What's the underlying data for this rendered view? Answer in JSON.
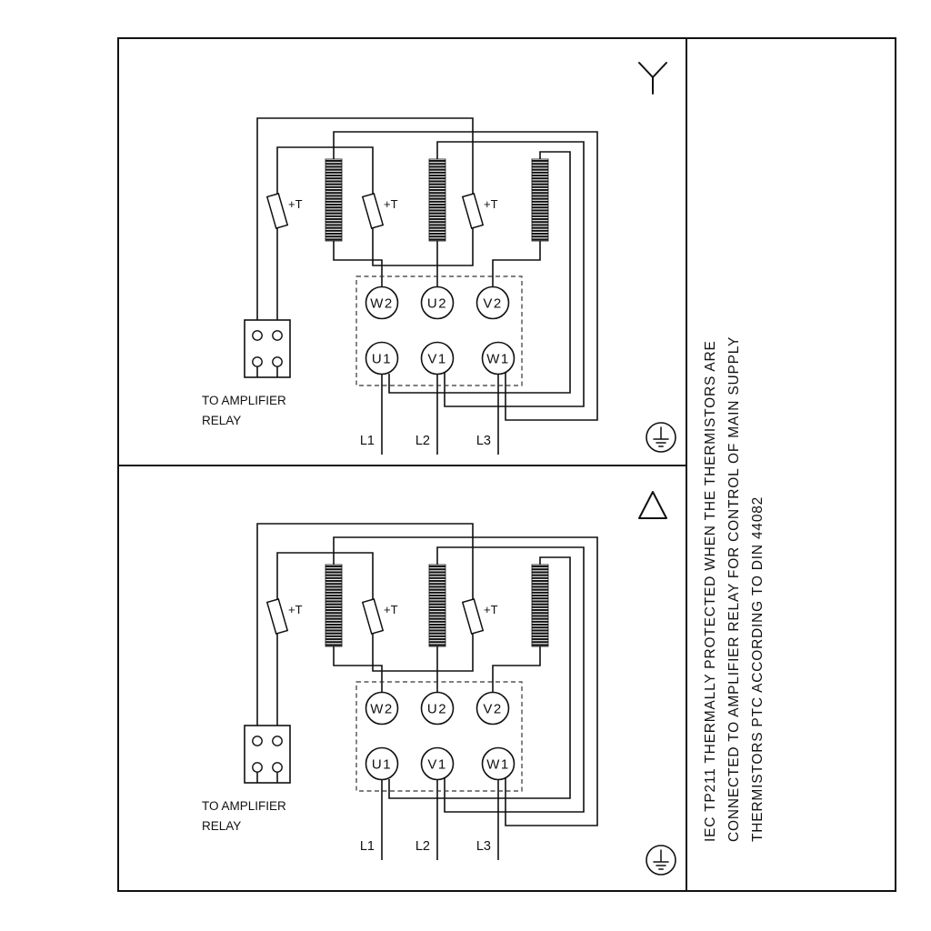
{
  "page": {
    "background": "#ffffff",
    "line_color": "#111111"
  },
  "side_note": {
    "line1": "IEC TP211 THERMALLY PROTECTED WHEN THE THERMISTORS ARE",
    "line2": "CONNECTED TO AMPLIFIER RELAY FOR CONTROL OF MAIN SUPPLY",
    "line3": "THERMISTORS PTC ACCORDING TO DIN 44082"
  },
  "diagram": {
    "connection_symbols": {
      "top": "star",
      "bottom": "delta"
    },
    "terminals": {
      "top_row": [
        "W2",
        "U2",
        "V2"
      ],
      "bottom_row": [
        "U1",
        "V1",
        "W1"
      ]
    },
    "supply_lines": [
      "L1",
      "L2",
      "L3"
    ],
    "thermistor_label": "+T",
    "relay_caption": [
      "TO AMPLIFIER",
      "RELAY"
    ]
  }
}
